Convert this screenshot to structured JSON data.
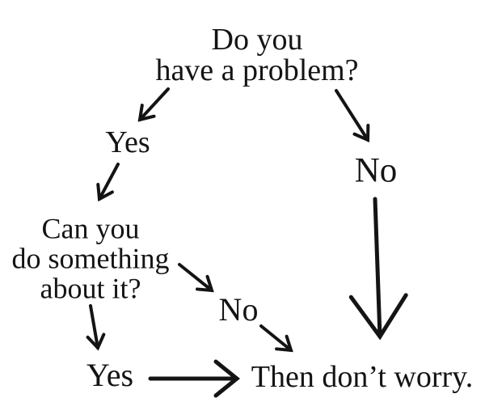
{
  "colors": {
    "ink": "#141414",
    "background": "#ffffff"
  },
  "flowchart": {
    "type": "decision-flowchart",
    "nodes": {
      "question": {
        "lines": [
          "Do you",
          "have a problem?"
        ]
      },
      "yes_top": {
        "label": "Yes"
      },
      "no_right": {
        "label": "No"
      },
      "action_question": {
        "lines": [
          "Can you",
          "do something",
          "about it?"
        ]
      },
      "no_middle": {
        "label": "No"
      },
      "yes_bottom": {
        "label": "Yes"
      },
      "conclusion": {
        "label": "Then don’t worry."
      }
    },
    "edges": [
      {
        "from": "question",
        "to": "yes_top"
      },
      {
        "from": "question",
        "to": "no_right"
      },
      {
        "from": "yes_top",
        "to": "action_question"
      },
      {
        "from": "action_question",
        "to": "no_middle"
      },
      {
        "from": "action_question",
        "to": "yes_bottom"
      },
      {
        "from": "no_right",
        "to": "conclusion"
      },
      {
        "from": "no_middle",
        "to": "conclusion"
      },
      {
        "from": "yes_bottom",
        "to": "conclusion"
      }
    ]
  }
}
